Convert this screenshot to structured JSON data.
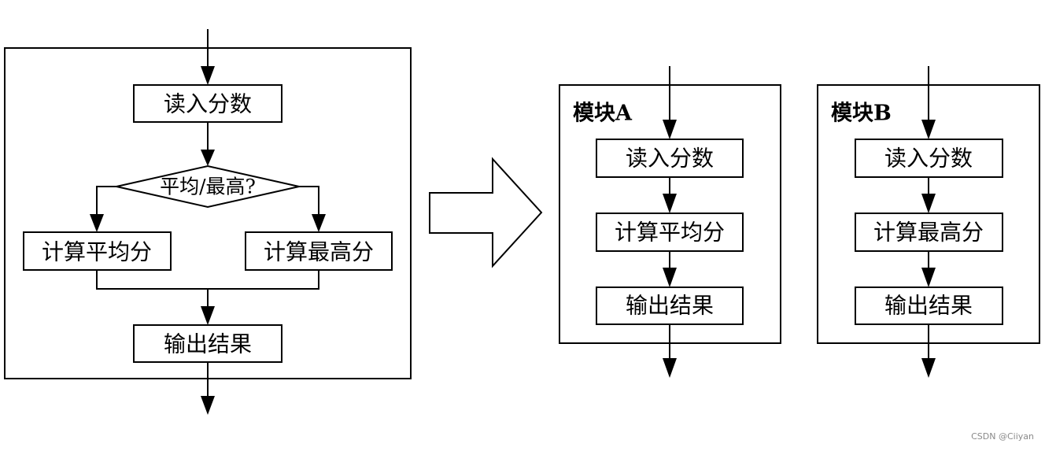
{
  "original_flow": {
    "read": "读入分数",
    "decision": "平均/最高?",
    "calc_avg": "计算平均分",
    "calc_max": "计算最高分",
    "output": "输出结果"
  },
  "module_a": {
    "title": "模块A",
    "read": "读入分数",
    "calc": "计算平均分",
    "output": "输出结果"
  },
  "module_b": {
    "title": "模块B",
    "read": "读入分数",
    "calc": "计算最高分",
    "output": "输出结果"
  },
  "watermark": "CSDN @Ciiyan"
}
